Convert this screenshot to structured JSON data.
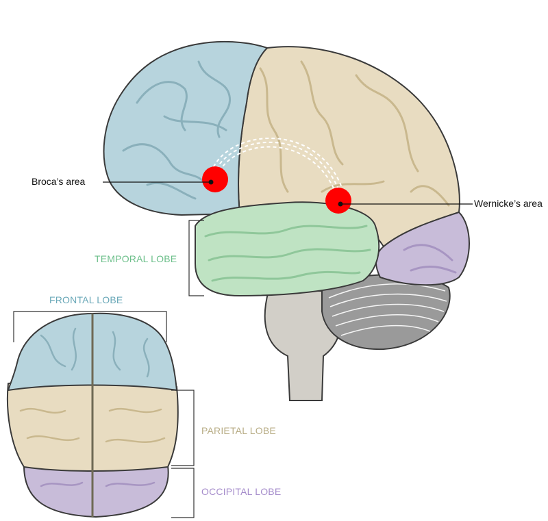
{
  "labels": {
    "broca": "Broca’s area",
    "wernicke": "Wernicke’s area",
    "temporal": "TEMPORAL LOBE",
    "frontal": "FRONTAL LOBE",
    "parietal": "PARIETAL LOBE",
    "occipital": "OCCIPITAL LOBE"
  },
  "colors": {
    "frontal": "#b7d4dd",
    "parietal": "#e8dcc1",
    "temporal": "#bfe3c3",
    "occipital": "#c8bcd9",
    "cerebellum": "#9a9a9a",
    "brainstem": "#d2cfc8",
    "outline": "#3a3a3a",
    "area_marker": "#ff0000",
    "temporal_text": "#6cbf8a",
    "frontal_text": "#6aa8b8",
    "parietal_text": "#b8ad86",
    "occipital_text": "#a58ccb",
    "bracket": "#333333"
  },
  "icons": {
    "broca_marker": "red-circle",
    "wernicke_marker": "red-circle"
  }
}
